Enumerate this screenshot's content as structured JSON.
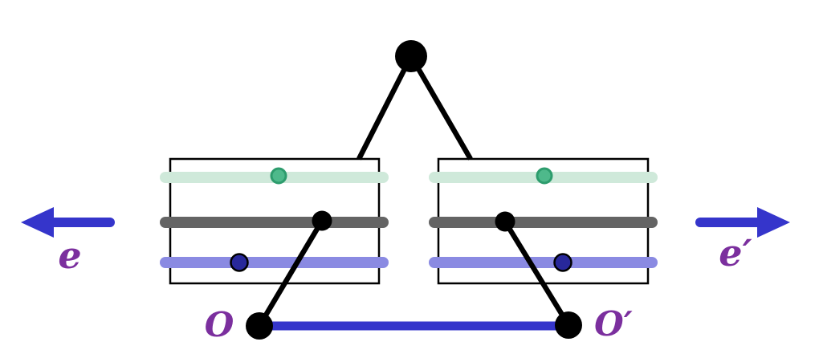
{
  "labels": {
    "e": "e",
    "e_prime": "e′",
    "O": "O",
    "O_prime": "O′"
  },
  "colors": {
    "background": "#ffffff",
    "black": "#000000",
    "mint_bar": "#cfe9da",
    "teal_dot_fill": "#4eb98b",
    "teal_dot_stroke": "#2d9c6d",
    "gray_bar": "#646464",
    "lavender_bar": "#8a8ae2",
    "navy_dot": "#28289b",
    "blue": "#3535cb",
    "label_purple": "#7b2f9e"
  }
}
